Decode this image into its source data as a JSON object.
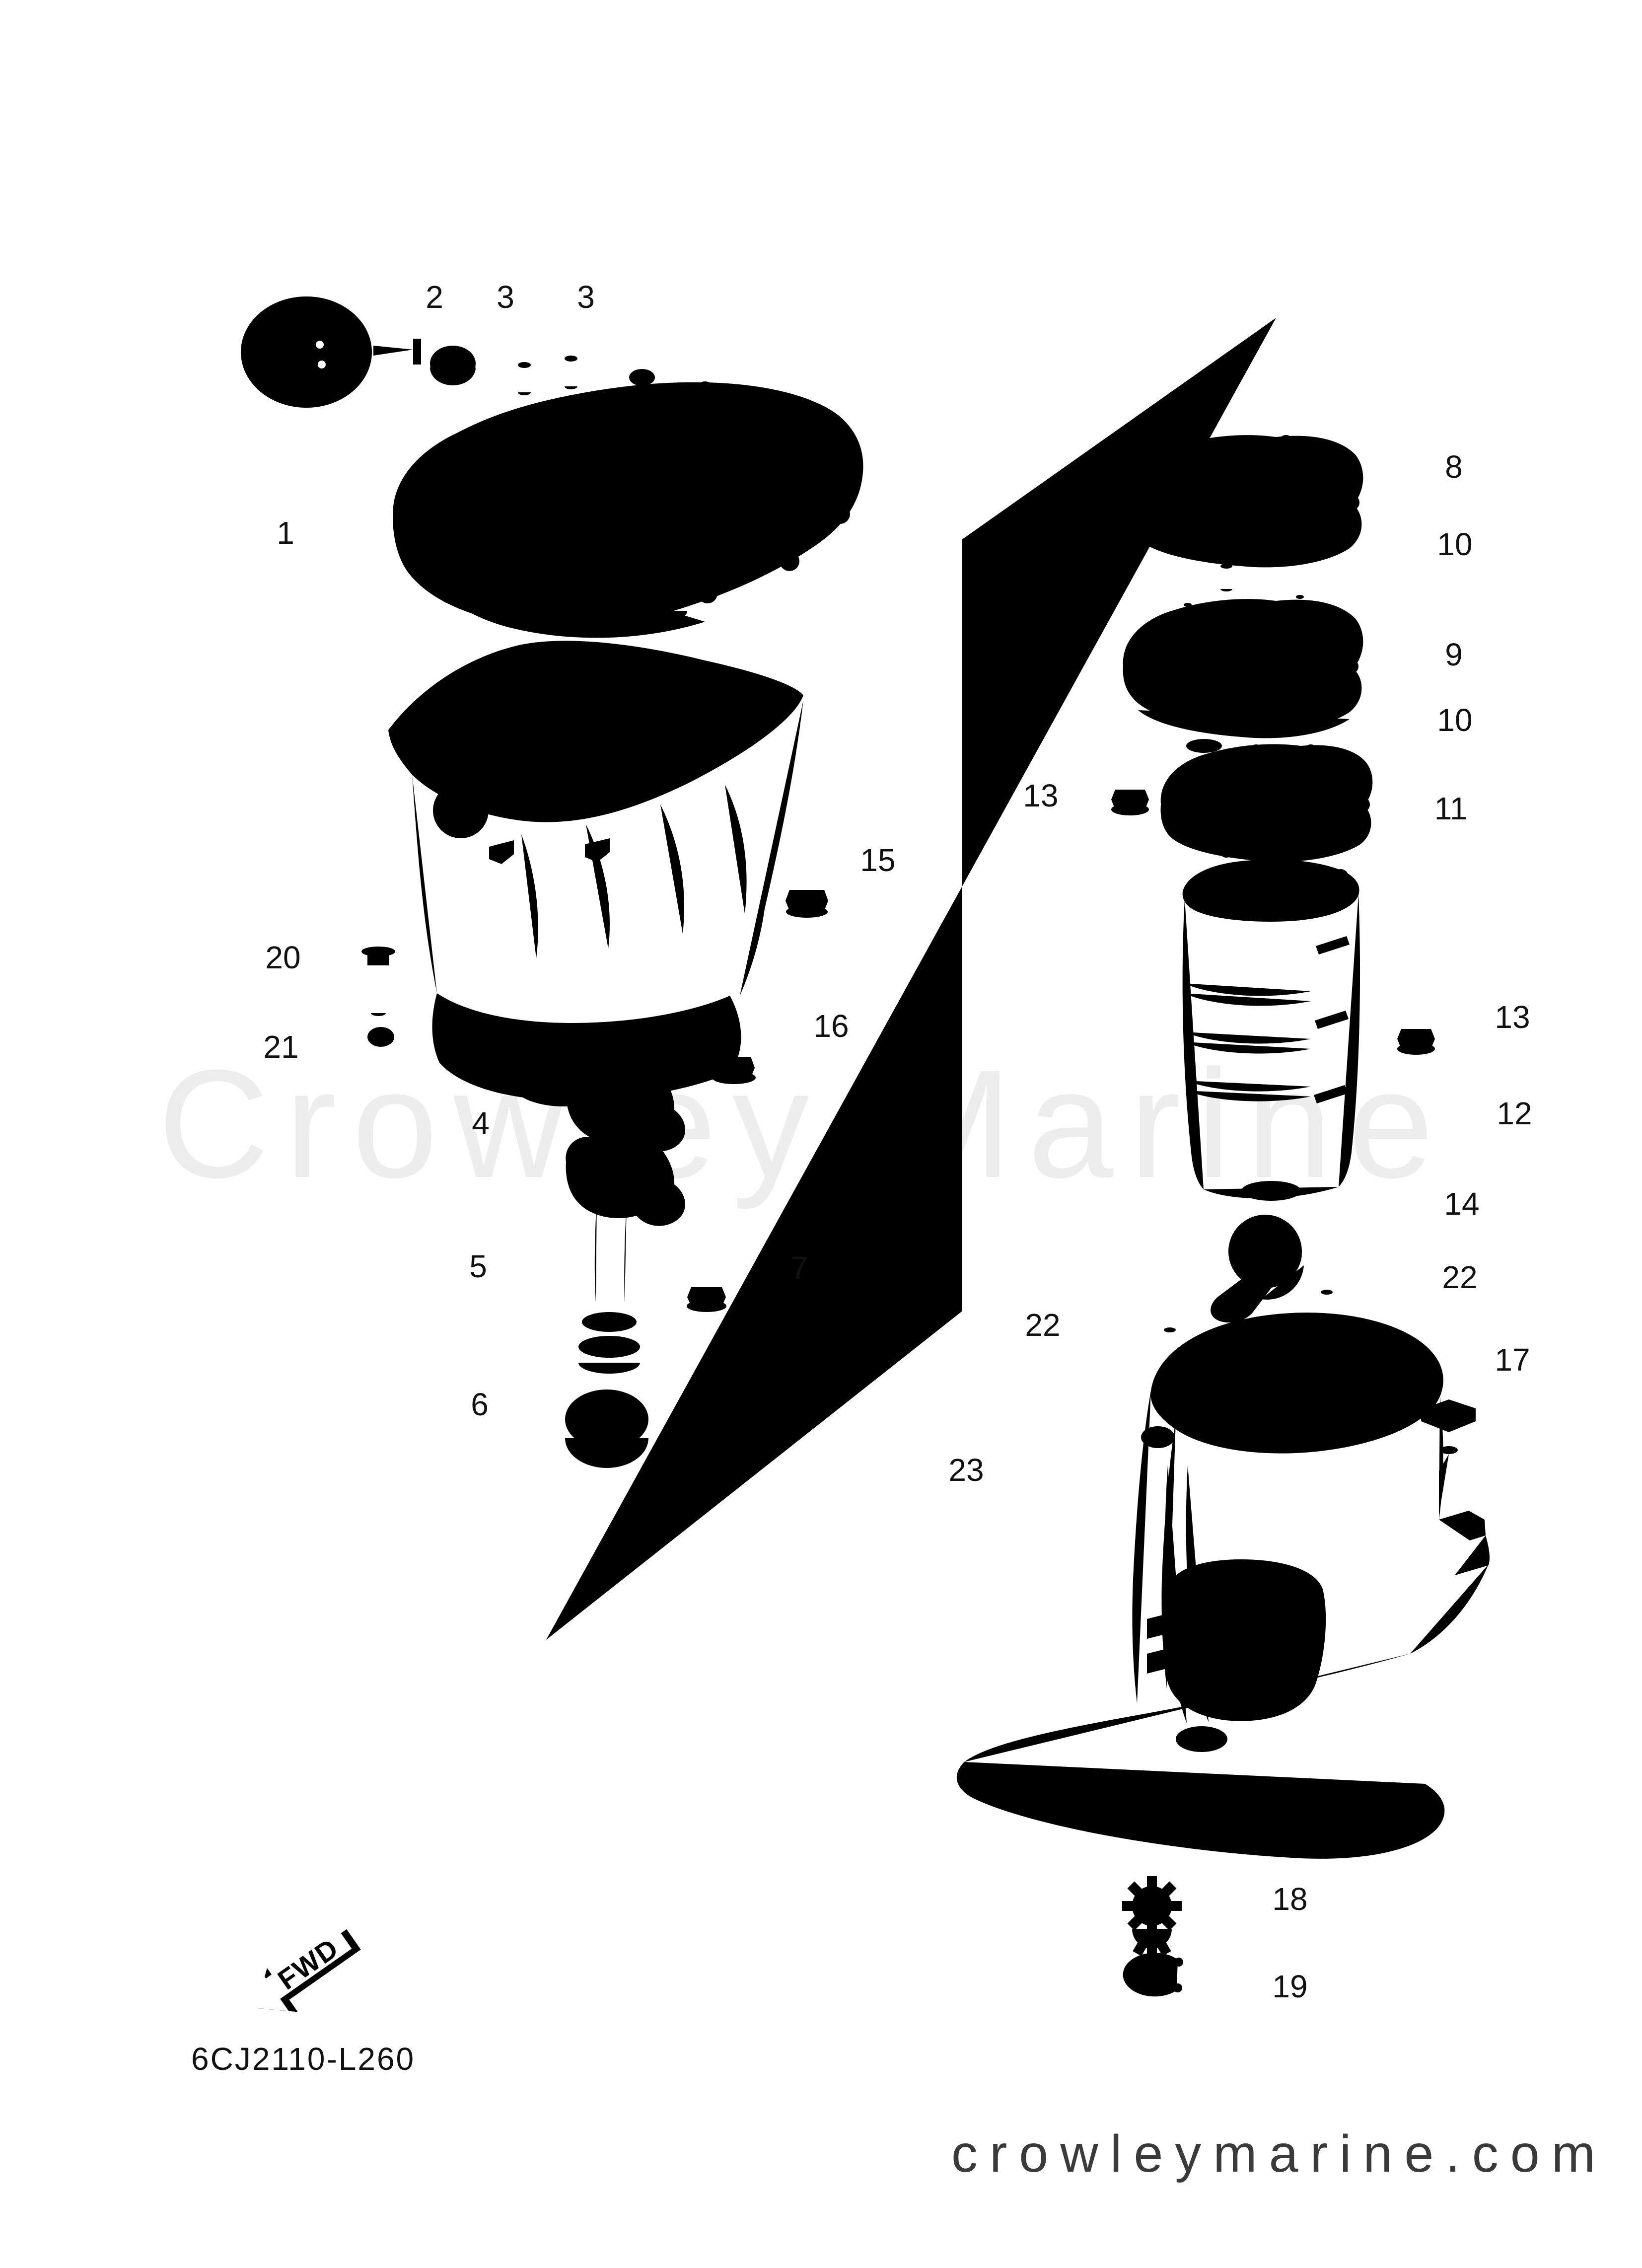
{
  "diagram": {
    "watermark": "Crowley Marine",
    "drawing_code": "6CJ2110-L260",
    "fwd_label": "FWD",
    "callouts": [
      {
        "label": "1"
      },
      {
        "label": "2"
      },
      {
        "label": "3"
      },
      {
        "label": "3"
      },
      {
        "label": "4"
      },
      {
        "label": "5"
      },
      {
        "label": "6"
      },
      {
        "label": "7"
      },
      {
        "label": "8"
      },
      {
        "label": "9"
      },
      {
        "label": "10"
      },
      {
        "label": "10"
      },
      {
        "label": "11"
      },
      {
        "label": "12"
      },
      {
        "label": "13"
      },
      {
        "label": "13"
      },
      {
        "label": "14"
      },
      {
        "label": "15"
      },
      {
        "label": "16"
      },
      {
        "label": "17"
      },
      {
        "label": "18"
      },
      {
        "label": "19"
      },
      {
        "label": "20"
      },
      {
        "label": "21"
      },
      {
        "label": "22"
      },
      {
        "label": "22"
      },
      {
        "label": "23"
      }
    ]
  },
  "footer": {
    "site": "crowleymarine.com"
  }
}
